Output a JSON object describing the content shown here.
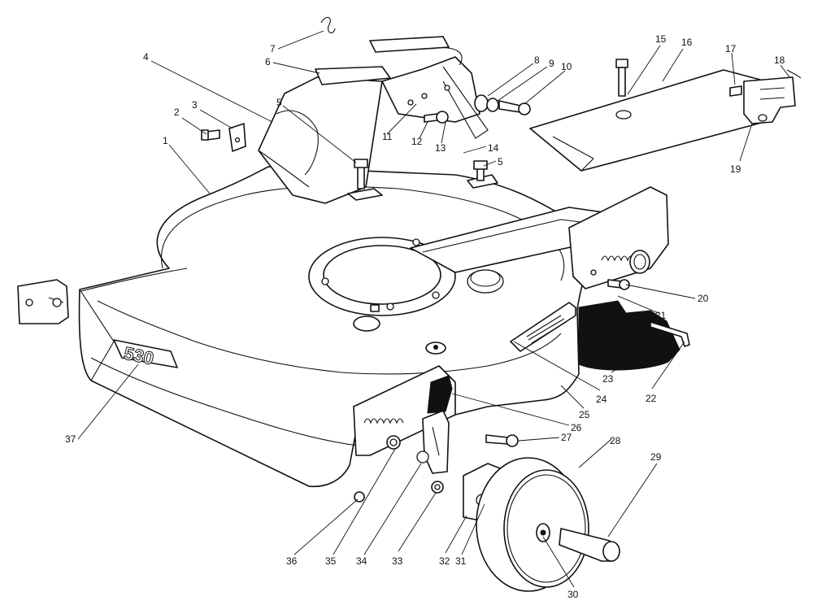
{
  "diagram": {
    "decal_text": "530",
    "callouts": [
      {
        "id": "c1",
        "text": "1"
      },
      {
        "id": "c2",
        "text": "2"
      },
      {
        "id": "c3",
        "text": "3"
      },
      {
        "id": "c4",
        "text": "4"
      },
      {
        "id": "c5a",
        "text": "5"
      },
      {
        "id": "c5b",
        "text": "5"
      },
      {
        "id": "c6",
        "text": "6"
      },
      {
        "id": "c7",
        "text": "7"
      },
      {
        "id": "c8",
        "text": "8"
      },
      {
        "id": "c9",
        "text": "9"
      },
      {
        "id": "c10",
        "text": "10"
      },
      {
        "id": "c11",
        "text": "11"
      },
      {
        "id": "c12",
        "text": "12"
      },
      {
        "id": "c13",
        "text": "13"
      },
      {
        "id": "c14",
        "text": "14"
      },
      {
        "id": "c15",
        "text": "15"
      },
      {
        "id": "c16",
        "text": "16"
      },
      {
        "id": "c17",
        "text": "17"
      },
      {
        "id": "c18",
        "text": "18"
      },
      {
        "id": "c19",
        "text": "19"
      },
      {
        "id": "c20",
        "text": "20"
      },
      {
        "id": "c21",
        "text": "21"
      },
      {
        "id": "c22",
        "text": "22"
      },
      {
        "id": "c23",
        "text": "23"
      },
      {
        "id": "c24",
        "text": "24"
      },
      {
        "id": "c25",
        "text": "25"
      },
      {
        "id": "c26",
        "text": "26"
      },
      {
        "id": "c27",
        "text": "27"
      },
      {
        "id": "c28",
        "text": "28"
      },
      {
        "id": "c29",
        "text": "29"
      },
      {
        "id": "c30",
        "text": "30"
      },
      {
        "id": "c31",
        "text": "31"
      },
      {
        "id": "c32",
        "text": "32"
      },
      {
        "id": "c33",
        "text": "33"
      },
      {
        "id": "c34",
        "text": "34"
      },
      {
        "id": "c35",
        "text": "35"
      },
      {
        "id": "c36",
        "text": "36"
      },
      {
        "id": "c37",
        "text": "37"
      }
    ]
  }
}
